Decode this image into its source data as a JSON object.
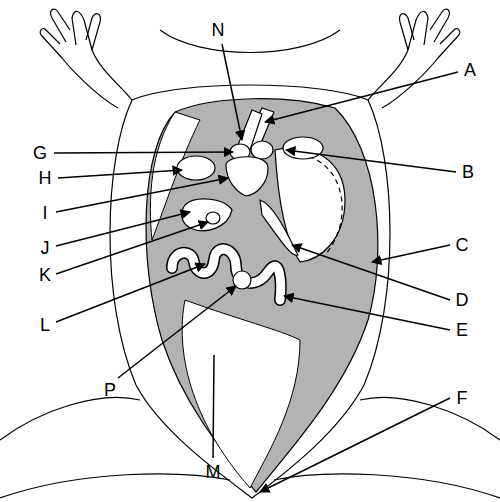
{
  "diagram": {
    "labels": [
      "N",
      "A",
      "G",
      "B",
      "H",
      "I",
      "J",
      "C",
      "K",
      "D",
      "L",
      "E",
      "P",
      "F",
      "M"
    ]
  }
}
